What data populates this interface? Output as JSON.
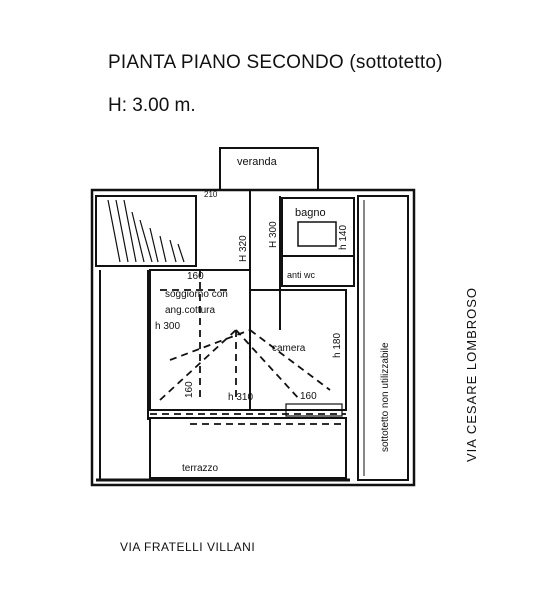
{
  "header": {
    "title": "PIANTA PIANO SECONDO (sottotetto)",
    "height": "H: 3.00 m."
  },
  "rooms": {
    "veranda": "veranda",
    "bagno": "bagno",
    "bagno_h": "h 140",
    "anti_wc": "anti wc",
    "soggiorno_line1": "soggiorno con",
    "soggiorno_line2": "ang.cottura",
    "soggiorno_h": "h 300",
    "camera": "camera",
    "camera_h": "h 180",
    "terrazzo": "terrazzo",
    "sottotetto": "sottotetto non utilizzabile"
  },
  "dimensions": {
    "top_210": "210",
    "h320": "H 320",
    "h300_vertical": "H 300",
    "d160_upper": "160",
    "d160_lower_left": "160",
    "h310": "h 310",
    "d160_lower_right": "160"
  },
  "streets": {
    "right": "VIA CESARE LOMBROSO",
    "bottom": "VIA FRATELLI VILLANI"
  }
}
